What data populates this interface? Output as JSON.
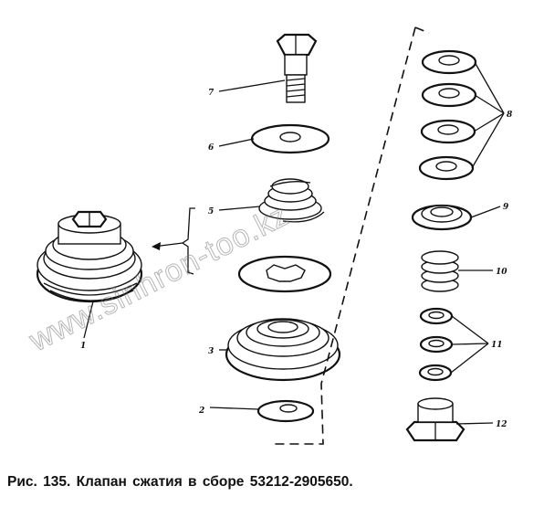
{
  "caption": "Рис. 135. Клапан сжатия в сборе 53212-2905650.",
  "watermark": "www.sinhron-too.kz",
  "callouts": [
    "1",
    "2",
    "3",
    "5",
    "6",
    "7",
    "8",
    "9",
    "10",
    "11",
    "12"
  ]
}
